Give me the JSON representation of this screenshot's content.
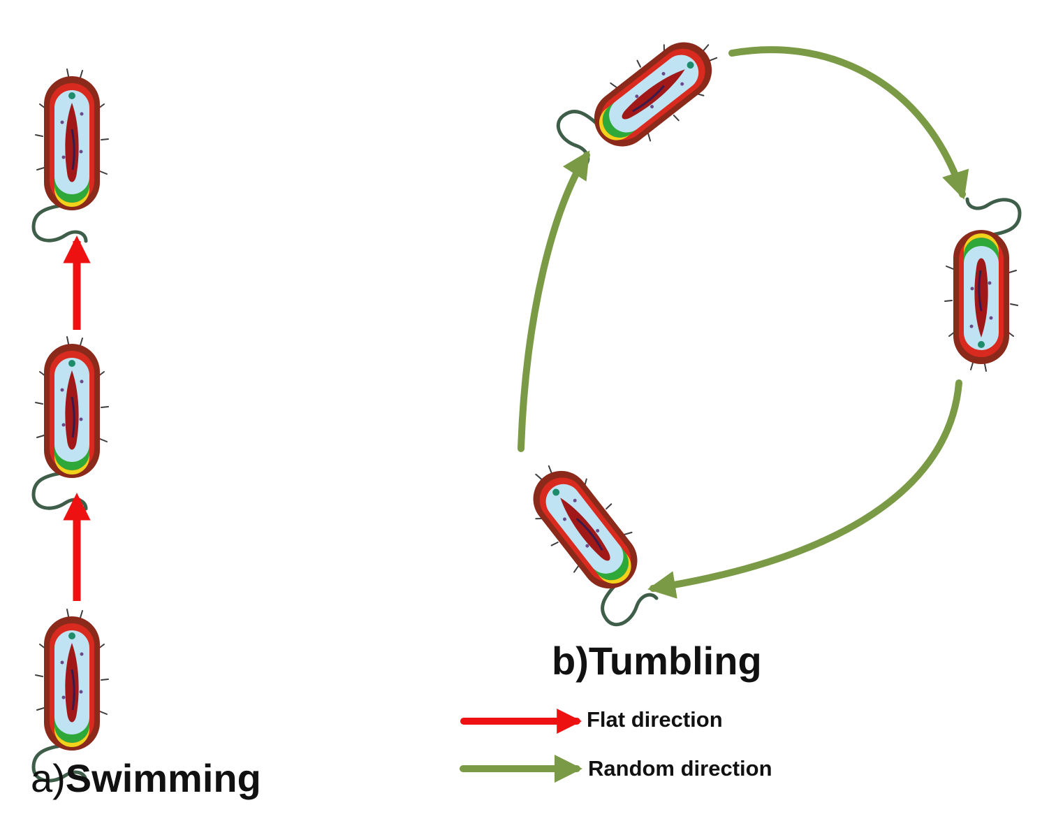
{
  "captions": {
    "swimming_prefix": "a)",
    "swimming_word": "Swimming",
    "tumbling": "b)Tumbling"
  },
  "legend": {
    "flat": "Flat direction",
    "random": "Random direction"
  },
  "colors": {
    "flat_arrow": "#ee1111",
    "random_arrow": "#7a9a45",
    "cell_wall": "#8b2a1a",
    "cell_membrane": "#d92a1f",
    "cytoplasm": "#bfe3f2",
    "nucleoid": "#a01818",
    "flagellum": "#3f5e4a",
    "ring_green": "#2fa83a",
    "ring_yellow": "#f2d21b"
  },
  "icons": [
    "bacterium-icon",
    "flagellum-icon",
    "arrow-icon"
  ]
}
